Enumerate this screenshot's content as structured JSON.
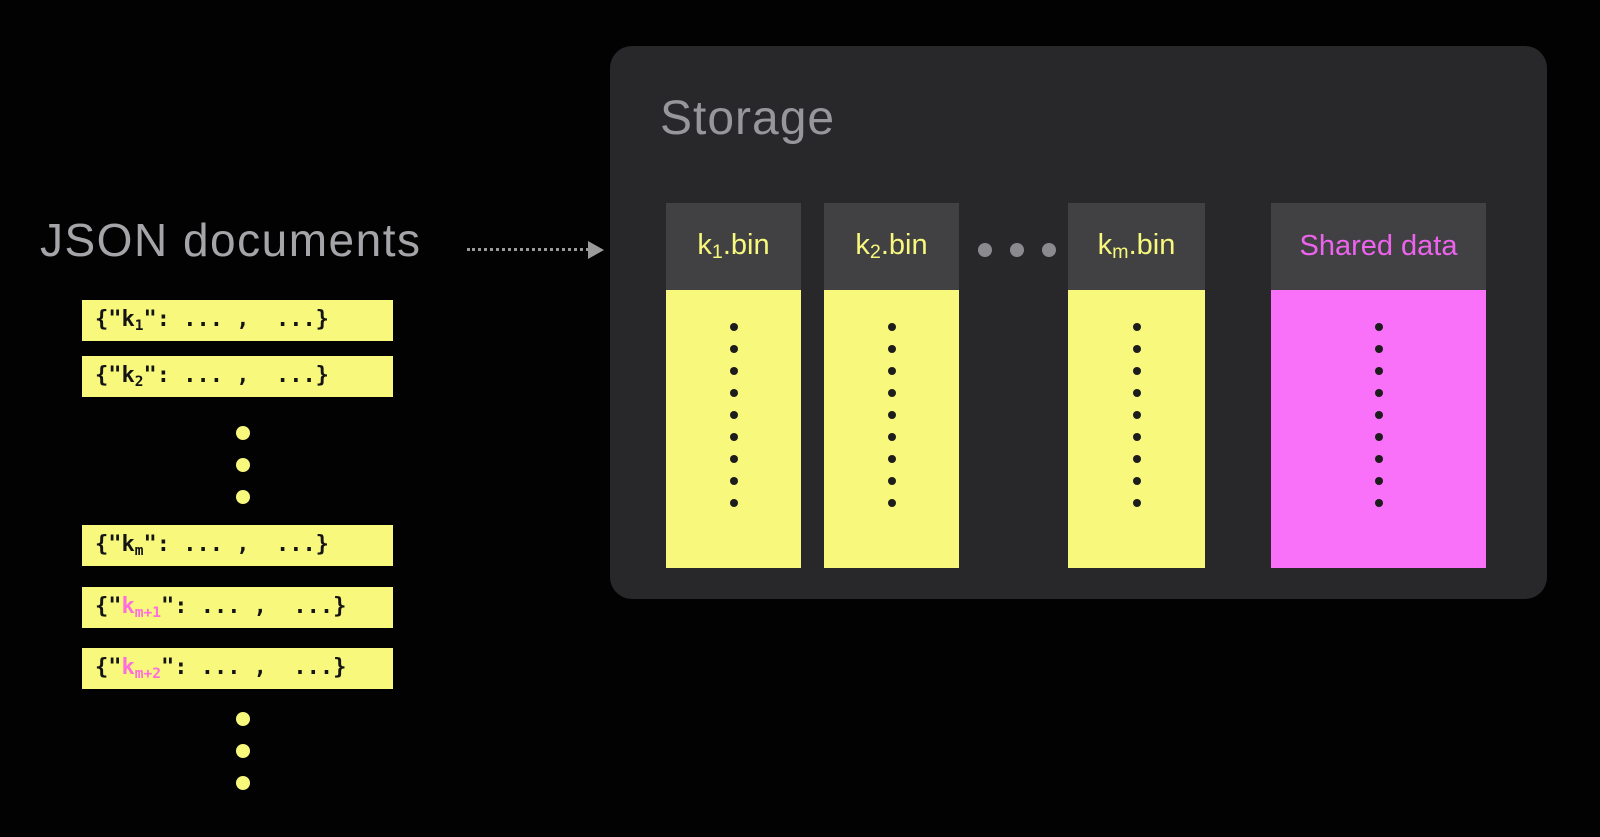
{
  "colors": {
    "background": "#020202",
    "panel": "#28282b",
    "header": "#414144",
    "yellow": "#f8f87c",
    "magenta": "#f970f9",
    "pink": "#ee63ee",
    "pink_key": "#ff6edd",
    "gray_label": "#a5a5a9",
    "storage_label": "#96969b",
    "dot_dark": "#1d1d1d",
    "dots_gray": "#8b8b8f",
    "arrow": "#9b9b9b"
  },
  "left": {
    "title": "JSON documents",
    "docs": [
      {
        "open": "{\"",
        "key": "k",
        "sub": "1",
        "rest": "\": ... ,  ...}",
        "highlighted": false
      },
      {
        "open": "{\"",
        "key": "k",
        "sub": "2",
        "rest": "\": ... ,  ...}",
        "highlighted": false
      },
      {
        "open": "{\"",
        "key": "k",
        "sub": "m",
        "rest": "\": ... ,  ...}",
        "highlighted": false
      },
      {
        "open": "{\"",
        "key": "k",
        "sub": "m+1",
        "rest": "\": ... ,  ...}",
        "highlighted": true
      },
      {
        "open": "{\"",
        "key": "k",
        "sub": "m+2",
        "rest": "\": ... ,  ...}",
        "highlighted": true
      }
    ],
    "ellipsis_dots": 3
  },
  "storage": {
    "title": "Storage",
    "columns": [
      {
        "header": {
          "base": "k",
          "sub": "1",
          "rest": ".bin"
        },
        "dots": 9
      },
      {
        "header": {
          "base": "k",
          "sub": "2",
          "rest": ".bin"
        },
        "dots": 9
      },
      {
        "header": {
          "base": "k",
          "sub": "m",
          "rest": ".bin"
        },
        "dots": 9
      },
      {
        "header": {
          "label": "Shared data"
        },
        "dots": 9,
        "shared": true
      }
    ],
    "ellipsis_dots": 3
  }
}
